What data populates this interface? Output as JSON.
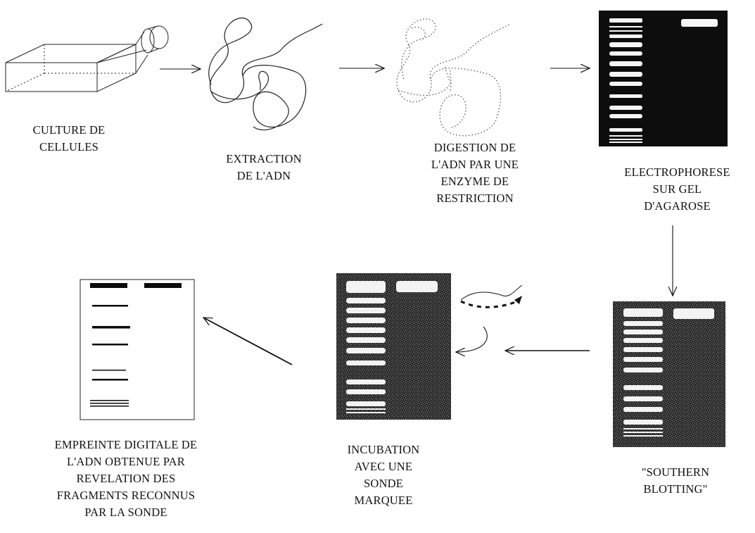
{
  "steps": {
    "culture": "CULTURE DE\nCELLULES",
    "extraction": "EXTRACTION\nDE L'ADN",
    "digestion": "DIGESTION DE\nL'ADN  PAR UNE\nENZYME DE\nRESTRICTION",
    "electrophorese": "ELECTROPHORESE\nSUR GEL\nD'AGAROSE",
    "southern": "\"SOUTHERN\nBLOTTING\"",
    "incubation": "INCUBATION\nAVEC UNE\nSONDE\nMARQUEE",
    "empreinte": "EMPREINTE DIGITALE DE\nL'ADN OBTENUE PAR\nREVELATION DES\nFRAGMENTS RECONNUS\nPAR LA SONDE"
  }
}
